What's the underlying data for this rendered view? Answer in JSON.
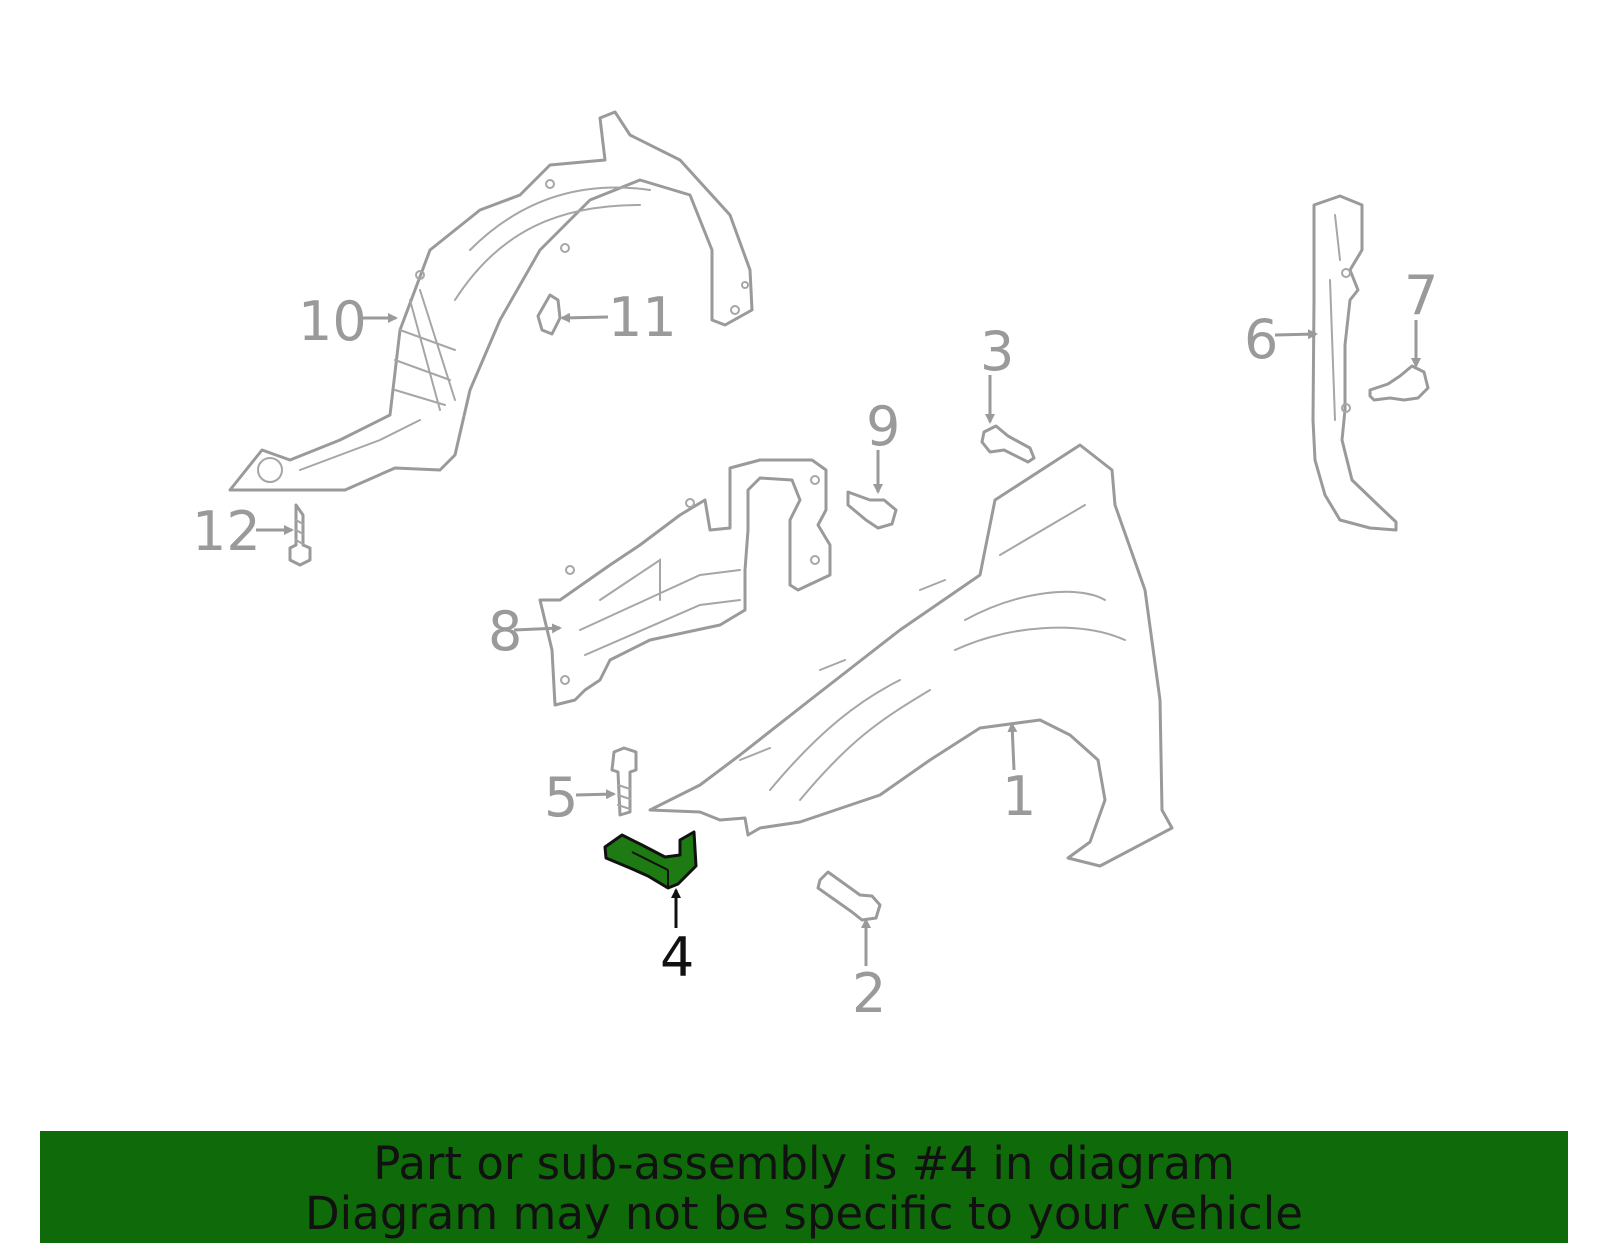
{
  "callouts": {
    "c1": "1",
    "c2": "2",
    "c3": "3",
    "c4": "4",
    "c5": "5",
    "c6": "6",
    "c7": "7",
    "c8": "8",
    "c9": "9",
    "c10": "10",
    "c11": "11",
    "c12": "12"
  },
  "highlight_color": "#1e7a12",
  "banner": {
    "line1": "Part or sub-assembly is #4 in diagram",
    "line2": "Diagram may not be specific to your vehicle",
    "color": "#0f6b0a"
  }
}
